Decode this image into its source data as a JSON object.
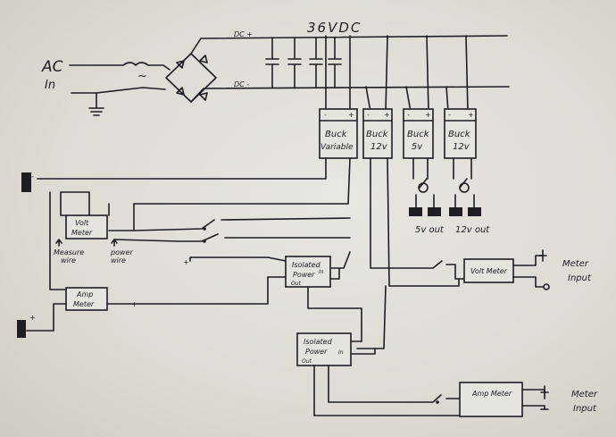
{
  "title": "36VDC",
  "ac_in": {
    "line1": "AC",
    "line2": "In"
  },
  "rails": {
    "pos": "DC +",
    "neg": "DC -"
  },
  "tilde": "~",
  "bucks": [
    {
      "name": "Buck",
      "sub": "Variable"
    },
    {
      "name": "Buck",
      "sub": "12v"
    },
    {
      "name": "Buck",
      "sub": "5v"
    },
    {
      "name": "Buck",
      "sub": "12v"
    }
  ],
  "outputs": {
    "five": "5v out",
    "twelve": "12v out"
  },
  "volt_meter_small": {
    "line1": "Volt",
    "line2": "Meter"
  },
  "amp_meter_small": {
    "line1": "Amp",
    "line2": "Meter"
  },
  "measure_wire": {
    "line1": "Measure",
    "line2": "wire"
  },
  "power_wire": {
    "line1": "power",
    "line2": "wire"
  },
  "iso1": {
    "line1": "Isolated",
    "line2": "Power",
    "in": "In",
    "out": "Out"
  },
  "iso2": {
    "line1": "Isolated",
    "line2": "Power",
    "in": "In",
    "out": "Out"
  },
  "volt_meter_big": {
    "label": "Volt Meter"
  },
  "amp_meter_big": {
    "label": "Amp Meter"
  },
  "meter_input_1": {
    "line1": "Meter",
    "line2": "Input"
  },
  "meter_input_2": {
    "line1": "Meter",
    "line2": "Input"
  },
  "plus": "+",
  "minus": "-"
}
